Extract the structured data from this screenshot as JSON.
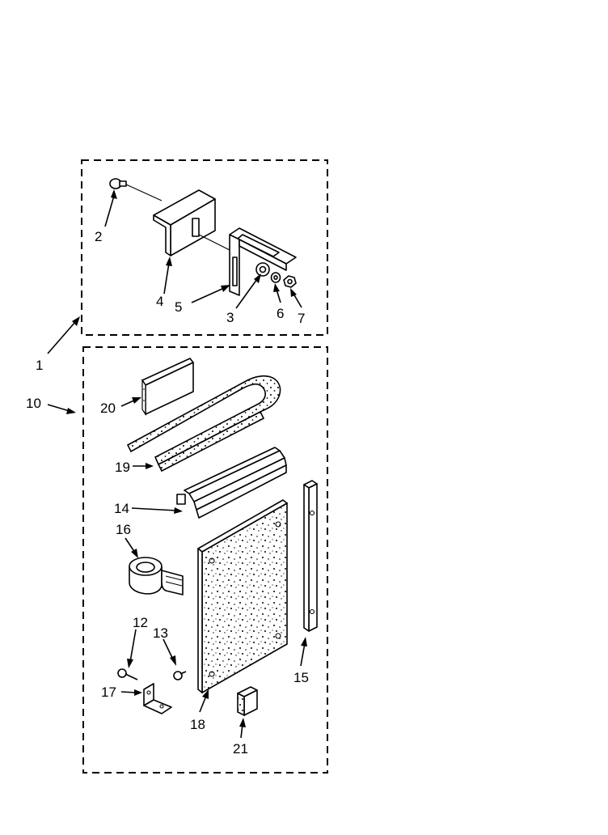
{
  "callouts": {
    "c1": "1",
    "c2": "2",
    "c3": "3",
    "c4": "4",
    "c5": "5",
    "c6": "6",
    "c7": "7",
    "c10": "10",
    "c12": "12",
    "c13": "13",
    "c14": "14",
    "c15": "15",
    "c16": "16",
    "c17": "17",
    "c18": "18",
    "c19": "19",
    "c20": "20",
    "c21": "21"
  }
}
